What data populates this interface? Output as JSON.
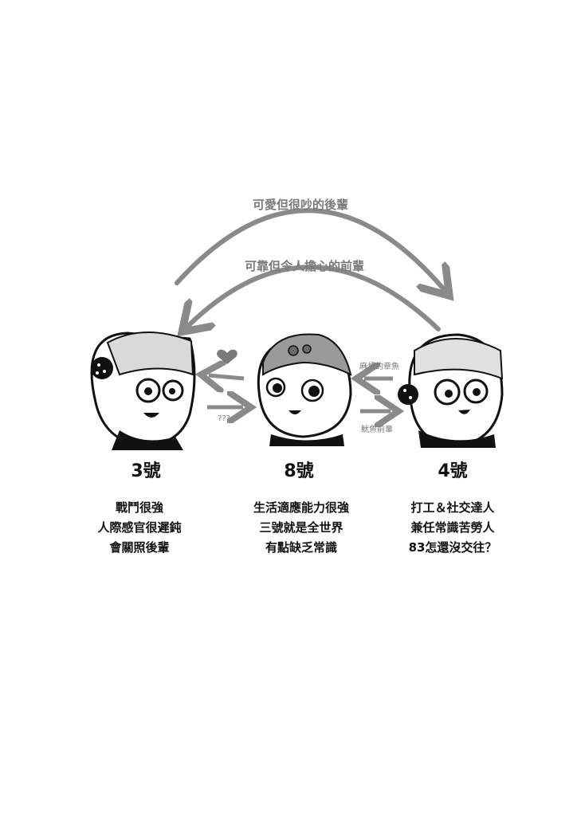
{
  "relations": {
    "top_arc_label": "可愛但很吵的後輩",
    "bottom_arc_label": "可靠但令人擔心的前輩",
    "eight_to_three_label": "???",
    "four_to_eight_label": "麻煩的章魚",
    "eight_to_four_label": "魷魚前輩"
  },
  "characters": [
    {
      "name": "3號",
      "lines": [
        "戰鬥很強",
        "人際感官很遲鈍",
        "會關照後輩"
      ]
    },
    {
      "name": "8號",
      "lines": [
        "生活適應能力很強",
        "三號就是全世界",
        "有點缺乏常識"
      ]
    },
    {
      "name": "4號",
      "lines": [
        "打工＆社交達人",
        "兼任常識苦勞人",
        "83怎還沒交往？"
      ]
    }
  ],
  "colors": {
    "arrow": "#8a8a8a",
    "heart": "#7a7a7a",
    "ink": "#111111"
  }
}
